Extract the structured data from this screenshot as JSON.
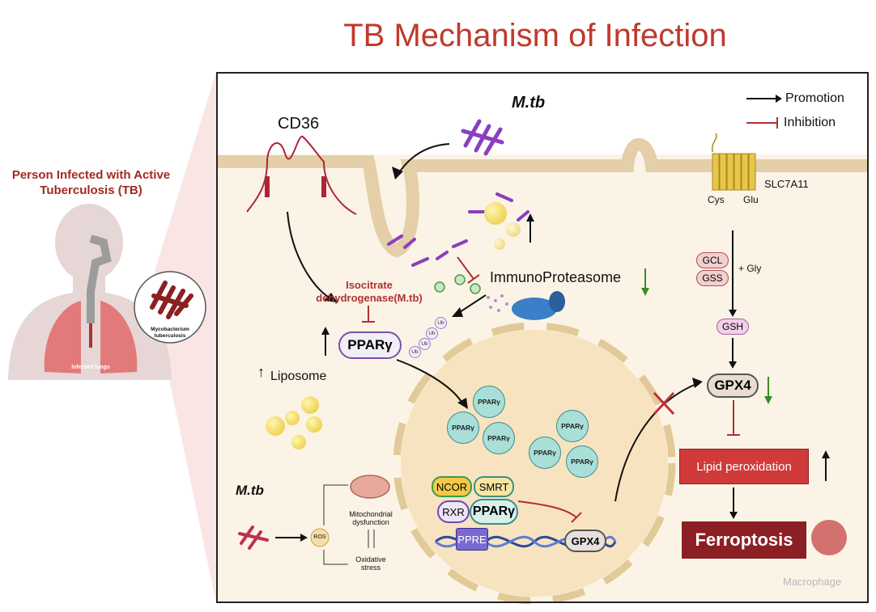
{
  "title": "TB Mechanism of Infection",
  "person": {
    "title_line1": "Person Infected with Active",
    "title_line2": "Tuberculosis (TB)",
    "bacterium_label_line1": "Mycobacterium",
    "bacterium_label_line2": "tuberculosis",
    "lungs_label": "Infected lungs"
  },
  "legend": {
    "promotion": "Promotion",
    "inhibition": "Inhibition"
  },
  "labels": {
    "cd36": "CD36",
    "mtb_top": "M.tb",
    "mtb_bottom": "M.tb",
    "slc7a11": "SLC7A11",
    "cys": "Cys",
    "glu": "Glu",
    "gcl": "GCL",
    "gss": "GSS",
    "plus_gly": "+ Gly",
    "gsh": "GSH",
    "gpx4": "GPX4",
    "gpx4_dna": "GPX4",
    "lipid_peroxidation": "Lipid peroxidation",
    "ferroptosis": "Ferroptosis",
    "macrophage": "Macrophage",
    "immunoproteasome": "ImmunoProteasome",
    "isocitrate_line1": "Isocitrate",
    "isocitrate_line2": "dehydrogenase(M.tb)",
    "ppar_main": "PPARγ",
    "liposome": "Liposome",
    "ncor": "NCOR",
    "smrt": "SMRT",
    "rxr": "RXR",
    "ppar_complex": "PPARγ",
    "ppre": "PPRE",
    "ros": "ROS",
    "mito_line1": "Mitochondrial",
    "mito_line2": "dysfunction",
    "oxid_line1": "Oxidative",
    "oxid_line2": "stress",
    "up_arrow": "↑",
    "down_arrow": "↓"
  },
  "ub_tags": [
    "Ub",
    "Ub",
    "Ub",
    "Ub"
  ],
  "nuclear_ppar": [
    "PPARγ",
    "PPARγ",
    "PPARγ",
    "PPARγ",
    "PPARγ",
    "PPARγ"
  ],
  "colors": {
    "title": "#c0392b",
    "membrane": "#e4cfa8",
    "cytoplasm": "#fbf4e6",
    "nucleus": "#f8e3c0",
    "ppar_fill": "#a9dfd8",
    "inhibition": "#b03030",
    "bacteria_purple": "#8a3fbf",
    "bacteria_red": "#c0304a",
    "lipid_box": "#d03a3a",
    "ferroptosis_box": "#8b1f24"
  }
}
